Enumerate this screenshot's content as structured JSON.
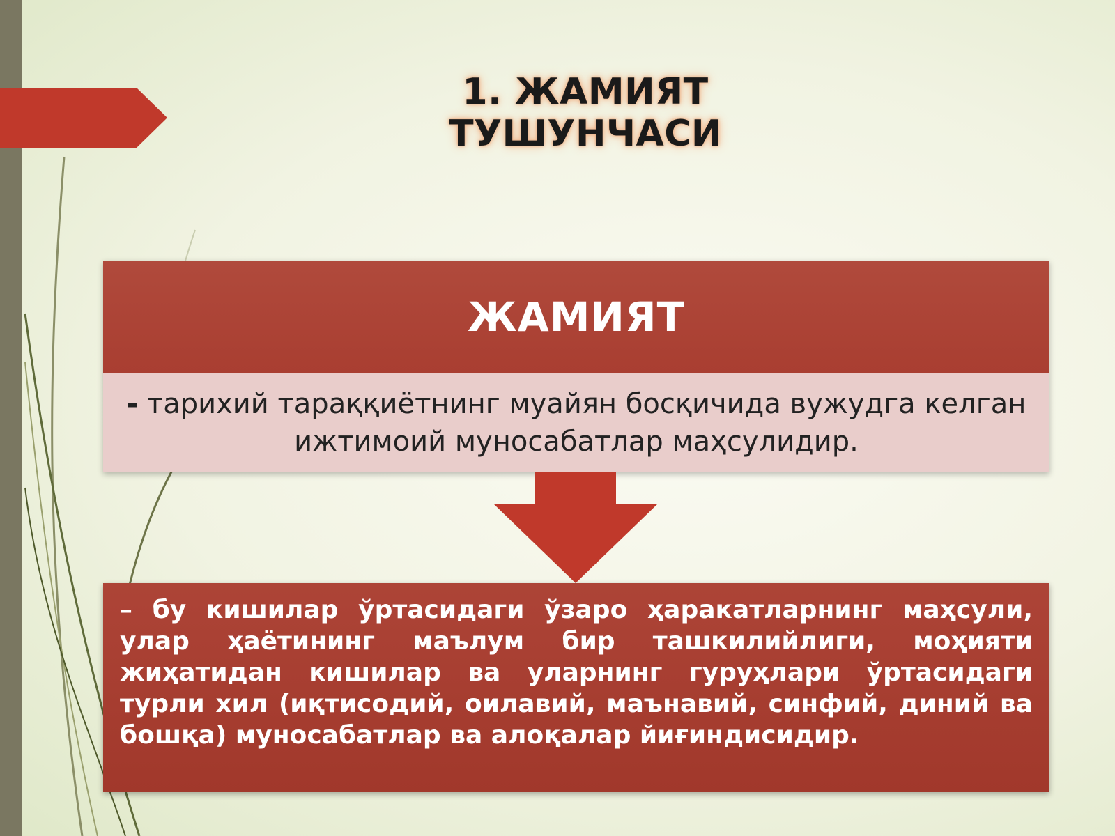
{
  "slide": {
    "title": "1. ЖАМИЯТ  ТУШУНЧАСИ",
    "definition_box": {
      "heading": "ЖАМИЯТ",
      "dash": "-",
      "text": "тарихий тараққиётнинг муайян босқичида вужудга келган ижтимоий муносабатлар маҳсулидир."
    },
    "explanation_box": {
      "text": "– бу кишилар ўртасидаги ўзаро ҳаракатларнинг маҳсули, улар ҳаётининг маълум бир ташкилийлиги, моҳияти жиҳатидан кишилар ва уларнинг гуруҳлари ўртасидаги турли хил (иқтисодий, оилавий, маънавий, синфий, диний ва бошқа) муносабатлар ва алоқалар йиғиндисидир."
    },
    "colors": {
      "accent_red": "#a93e31",
      "pink_band": "#e9cdcb",
      "side_bar": "#7a7761",
      "arrow_red": "#c0392b"
    },
    "icons": {
      "title_arrow": "arrow-right-icon",
      "connector_arrow": "arrow-down-icon",
      "decor": "grass-decoration-icon"
    }
  }
}
